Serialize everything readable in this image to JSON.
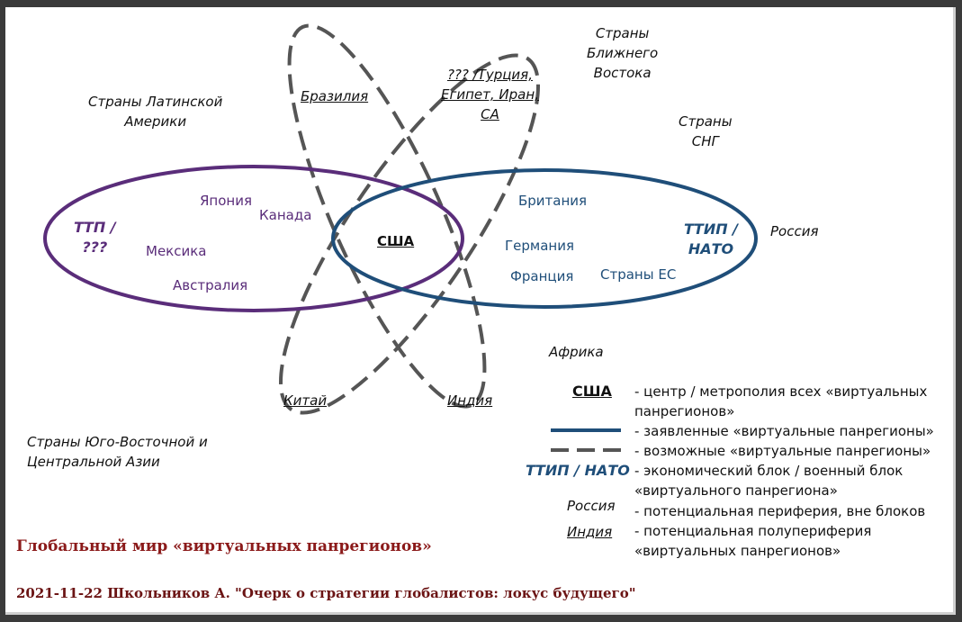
{
  "center": "США",
  "latin_america": "Страны Латинской\nАмерики",
  "middle_east": "Страны\nБлижнего\nВостока",
  "cis": "Страны\nСНГ",
  "sea_central_asia": "Страны Юго-Восточной и\nЦентральной Азии",
  "russia": "Россия",
  "africa": "Африка",
  "ttp": "ТТП /\n???",
  "ttip": "ТТИП /\nНАТО",
  "pacific_members": [
    "Япония",
    "Канада",
    "Мексика",
    "Австралия"
  ],
  "atlantic_members": [
    "Британия",
    "Германия",
    "Франция",
    "Страны ЕС"
  ],
  "possible_regions": {
    "brazil": "Бразилия",
    "turkey": "??? /Турция,\nЕгипет, Иран,\nСА",
    "china": "Китай",
    "india": "Индия"
  },
  "legend": {
    "usa_key": "США",
    "usa_desc": "- центр / метрополия всех «виртуальных\nпанрегионов»",
    "solid_desc": "- заявленные «виртуальные панрегионы»",
    "dashed_desc": "- возможные «виртуальные панрегионы»",
    "ttip_key": "ТТИП / НАТО",
    "ttip_desc": "- экономический блок / военный блок\n«виртуального панрегиона»",
    "russia_key": "Россия",
    "russia_desc": "- потенциальная периферия, вне блоков",
    "india_key": "Индия",
    "india_desc": "- потенциальная полупериферия\n«виртуальных панрегионов»"
  },
  "title": "Глобальный мир «виртуальных панрегионов»",
  "caption": "2021-11-22 Школьников А. \"Очерк о стратегии глобалистов: локус будущего\"",
  "colors": {
    "pacific": "#5a2d7a",
    "atlantic": "#1f4e79",
    "dashed": "#555555",
    "title": "#8b1a1a"
  }
}
